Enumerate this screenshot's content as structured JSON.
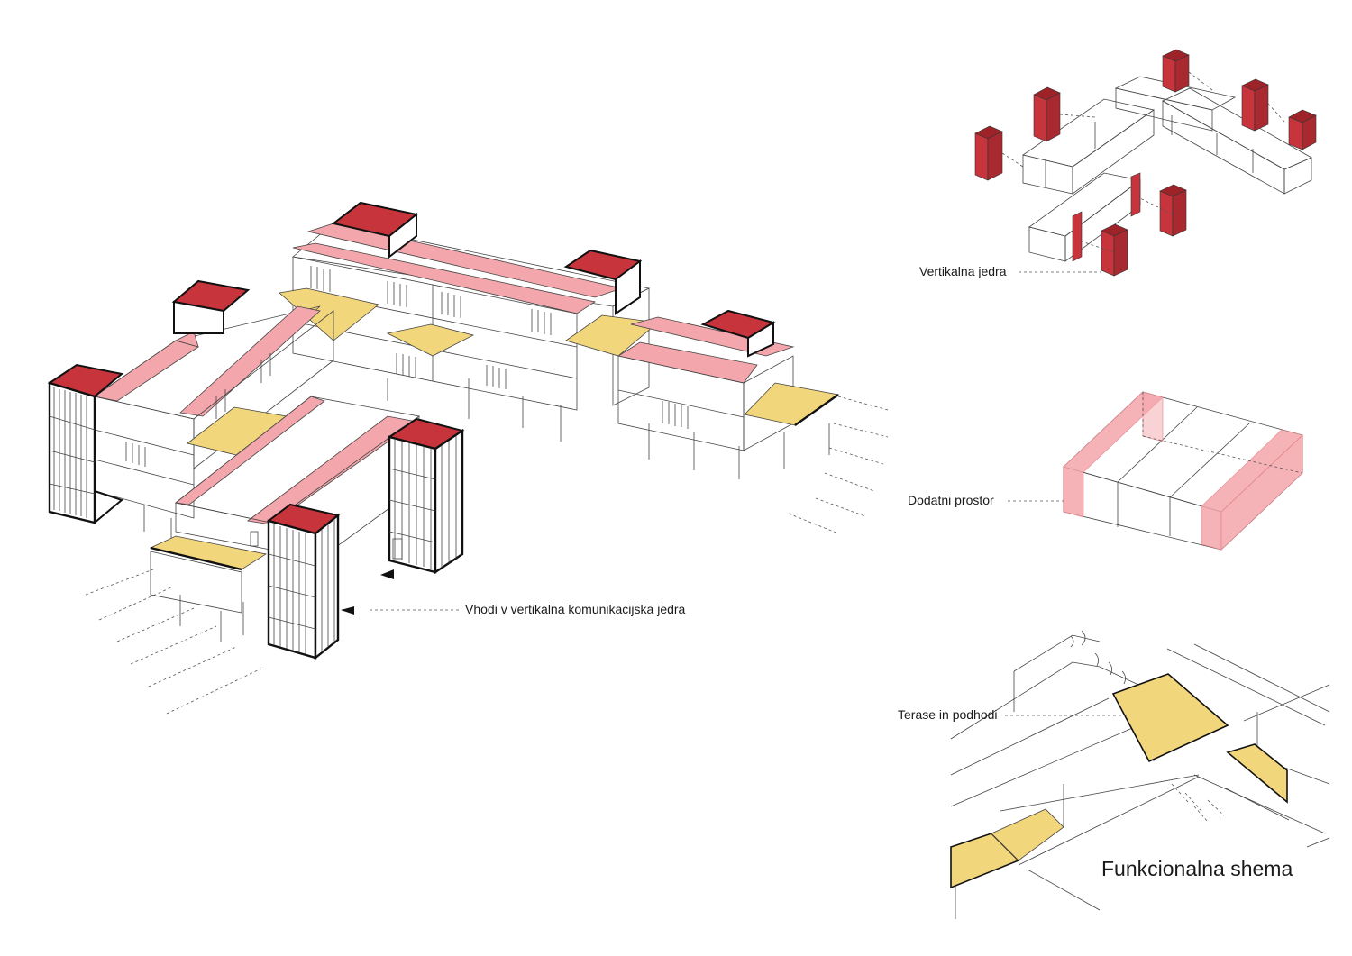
{
  "labels": {
    "vertical_cores": "Vertikalna jedra",
    "additional_space": "Dodatni prostor",
    "terraces": "Terase in podhodi",
    "entrances": "Vhodi v vertikalna komunikacijska jedra",
    "scheme_title": "Funkcionalna shema"
  },
  "colors": {
    "core_red": "#c8343c",
    "core_red_dark": "#9e2328",
    "additional_pink": "#f3a6ab",
    "terrace_yellow": "#f2d67c",
    "line": "#444444"
  }
}
